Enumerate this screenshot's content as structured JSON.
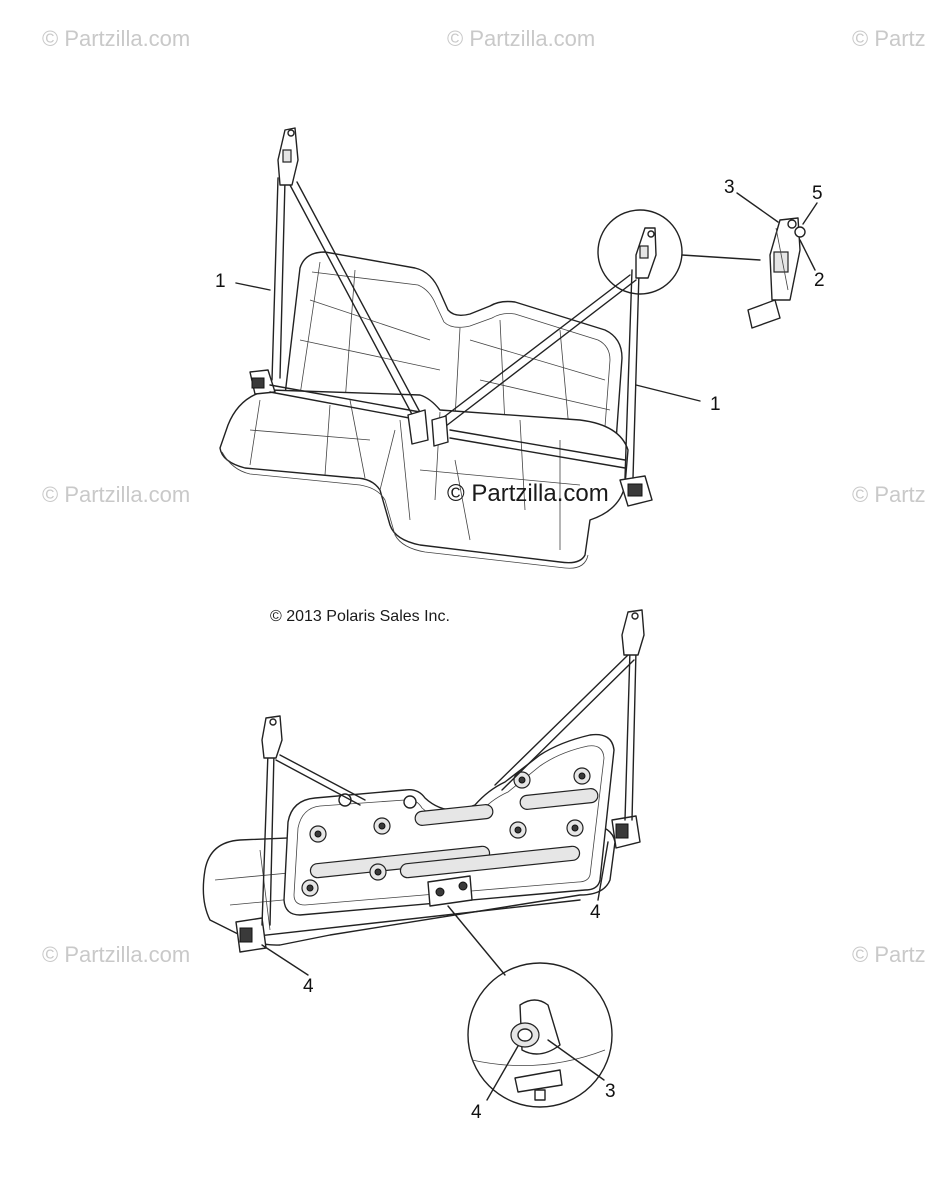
{
  "watermarks": [
    "© Partzilla.com",
    "© Partzilla.com",
    "© Partz",
    "© Partzilla.com",
    "© Partz",
    "© Partzilla.com",
    "© Partz"
  ],
  "center_watermark": "© Partzilla.com",
  "copyright": "© 2013 Polaris Sales Inc.",
  "callouts": {
    "c1_left": "1",
    "c1_right": "1",
    "c2": "2",
    "c3_top": "3",
    "c5": "5",
    "c4_right": "4",
    "c4_left": "4",
    "c4_detail": "4",
    "c3_detail": "3"
  }
}
